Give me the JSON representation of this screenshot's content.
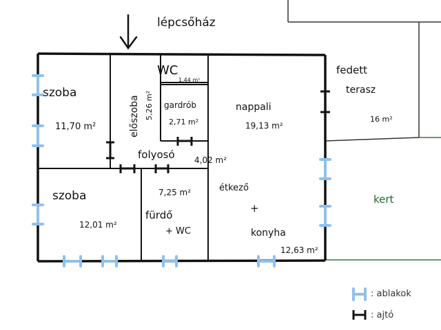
{
  "labels": {
    "staircase": "lépcsőház",
    "room1_name": "szoba",
    "room1_area": "11,70 m²",
    "hall_name": "előszoba",
    "hall_area": "5,26 m²",
    "wc_name": "WC",
    "wc_area": "1,44 m²",
    "pantry_name": "gardrób",
    "pantry_area": "2,71 m²",
    "living_name": "nappali",
    "living_area": "19,13 m²",
    "terrace_name1": "fedett",
    "terrace_name2": "terasz",
    "terrace_area": "16 m²",
    "corridor_name": "folyosó",
    "corridor_area": "4,02 m²",
    "room2_name": "szoba",
    "room2_area": "12,01 m²",
    "bath_area": "7,25 m²",
    "bath_name1": "fürdő",
    "bath_name2": "+ WC",
    "kitchen_name1": "étkező",
    "kitchen_plus": "+",
    "kitchen_name2": "konyha",
    "kitchen_area": "12,63 m²",
    "garden": "kert"
  },
  "legend": {
    "windows": ": ablakok",
    "doors": ": ajtó"
  },
  "colors": {
    "wall": "#111111",
    "window": "#8fc0ec",
    "door": "#111111",
    "garden_line": "#2f7a3a",
    "garden_text": "#1a6a2a"
  },
  "icons": {
    "entrance": "arrow-down-icon",
    "window": "window-symbol-icon",
    "door": "door-symbol-icon"
  }
}
